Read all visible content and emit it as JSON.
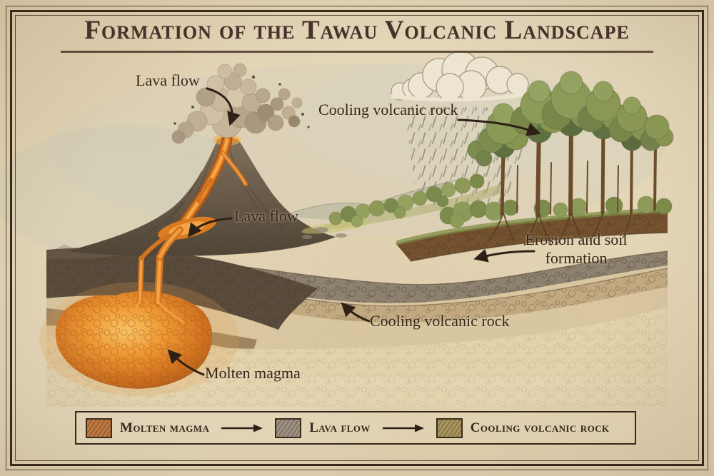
{
  "title": "Formation of the Tawau Volcanic Landscape",
  "annotations": {
    "lava_flow_top": "Lava flow",
    "cooling_volcanic_rock_top": "Cooling volcanic rock",
    "lava_flow_mid": "Lava flow",
    "erosion_and_soil": "Erosion and soil formation",
    "cooling_volcanic_rock_bottom": "Cooling volcanic rock",
    "molten_magma": "Molten magma"
  },
  "legend": {
    "items": [
      {
        "label": "Molten magma",
        "color": "#bf7740"
      },
      {
        "label": "Lava flow",
        "color": "#9a9183"
      },
      {
        "label": "Cooling volcanic rock",
        "color": "#a8955c"
      }
    ]
  },
  "colors": {
    "paper": "#e9dcc0",
    "ink": "#2c1e15",
    "lava": "#e07c1e",
    "magma_glow": "#f3a343"
  }
}
